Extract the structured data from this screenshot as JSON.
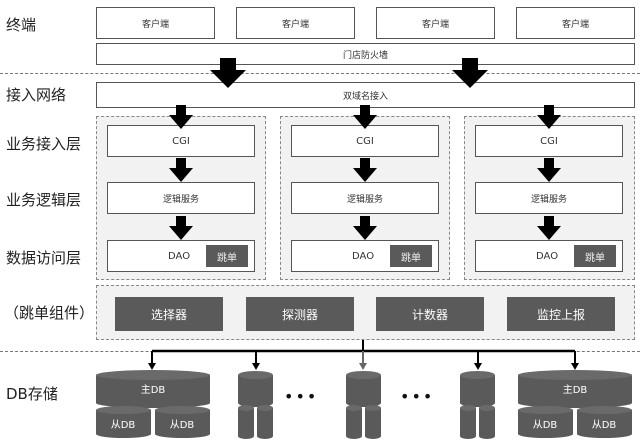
{
  "layers": {
    "terminal": "终端",
    "access_network": "接入网络",
    "business_access": "业务接入层",
    "business_logic": "业务逻辑层",
    "data_access": "数据访问层",
    "jump_components": "（跳单组件）",
    "db_storage": "DB存储"
  },
  "terminal": {
    "clients": [
      "客户端",
      "客户端",
      "客户端",
      "客户端"
    ],
    "firewall": "门店防火墙"
  },
  "network": {
    "dual_domain": "双域名接入"
  },
  "stacks": [
    {
      "cgi": "CGI",
      "logic": "逻辑服务",
      "dao": "DAO",
      "jump": "跳单"
    },
    {
      "cgi": "CGI",
      "logic": "逻辑服务",
      "dao": "DAO",
      "jump": "跳单"
    },
    {
      "cgi": "CGI",
      "logic": "逻辑服务",
      "dao": "DAO",
      "jump": "跳单"
    }
  ],
  "components": [
    "选择器",
    "探测器",
    "计数器",
    "监控上报"
  ],
  "db": {
    "master": "主DB",
    "slave": "从DB",
    "ellipsis": "•••"
  },
  "colors": {
    "dark_fill": "#5a5a5a",
    "panel_fill": "#f2f2f2",
    "arrow": "#000000"
  }
}
